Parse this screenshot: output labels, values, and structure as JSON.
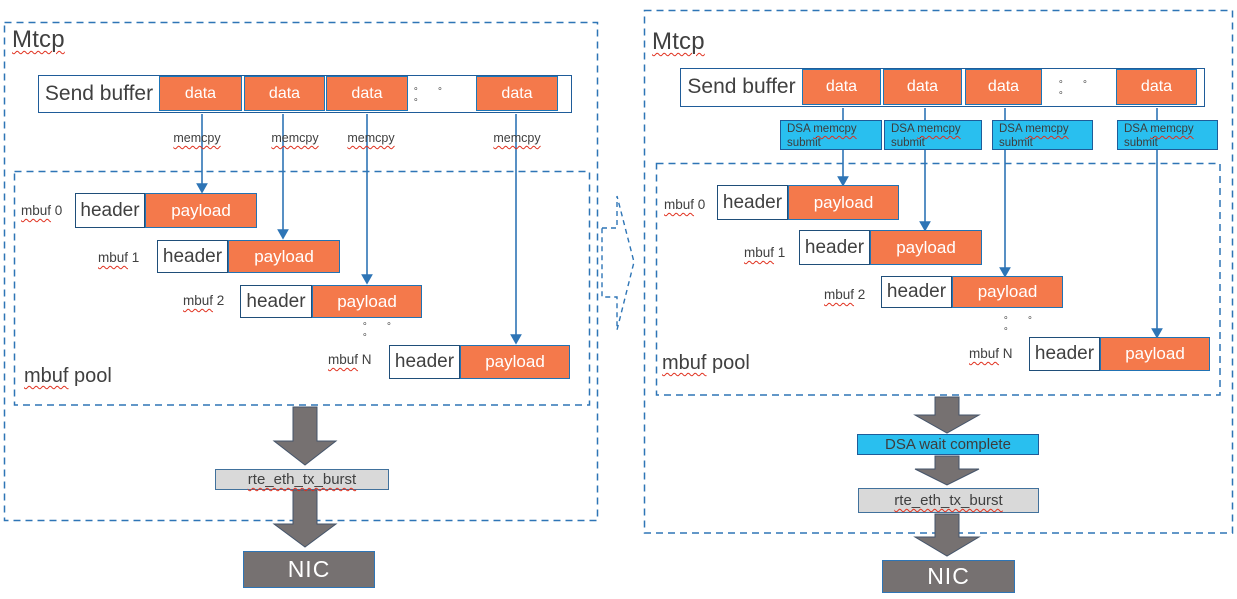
{
  "colors": {
    "orange_fill": "#F4794B",
    "cyan_fill": "#29BFEF",
    "dashed_border_blue": "#2E75B6",
    "data_border_blue": "#1C76B8",
    "header_border_navy": "#1F4E79",
    "block_arrow_gray": "#767171",
    "tx_burst_gray": "#D9D9D9",
    "nic_gray": "#767171",
    "thin_arrow_blue": "#2E75B6",
    "text_dark": "#404040",
    "squiggle_red": "#E0301E"
  },
  "left_panel": {
    "title": "Mtcp",
    "send_buffer": {
      "label": "Send buffer",
      "data_blocks": [
        "data",
        "data",
        "data",
        "data"
      ],
      "ellipsis": "∘ ∘ ∘"
    },
    "memcpy_labels": [
      "memcpy",
      "memcpy",
      "memcpy",
      "memcpy"
    ],
    "mbufs": [
      {
        "word": "mbuf",
        "num": "0",
        "header": "header",
        "payload": "payload"
      },
      {
        "word": "mbuf",
        "num": "1",
        "header": "header",
        "payload": "payload"
      },
      {
        "word": "mbuf",
        "num": "2",
        "header": "header",
        "payload": "payload"
      },
      {
        "word": "mbuf",
        "num": "N",
        "header": "header",
        "payload": "payload"
      }
    ],
    "mbuf_ellipsis": "∘ ∘ ∘",
    "pool_word": "mbuf",
    "pool_rest": "pool",
    "tx_burst_label": "rte_eth_tx_burst",
    "nic_label": "NIC"
  },
  "right_panel": {
    "title": "Mtcp",
    "send_buffer": {
      "label": "Send buffer",
      "data_blocks": [
        "data",
        "data",
        "data",
        "data"
      ],
      "ellipsis": "∘ ∘ ∘"
    },
    "dsa_submit": [
      {
        "prefix": "DSA",
        "word": "memcpy",
        "line2": "submit"
      },
      {
        "prefix": "DSA",
        "word": "memcpy",
        "line2": "submit"
      },
      {
        "prefix": "DSA",
        "word": "memcpy",
        "line2": "submit"
      },
      {
        "prefix": "DSA",
        "word": "memcpy",
        "line2": "submit"
      }
    ],
    "mbufs": [
      {
        "word": "mbuf",
        "num": "0",
        "header": "header",
        "payload": "payload"
      },
      {
        "word": "mbuf",
        "num": "1",
        "header": "header",
        "payload": "payload"
      },
      {
        "word": "mbuf",
        "num": "2",
        "header": "header",
        "payload": "payload"
      },
      {
        "word": "mbuf",
        "num": "N",
        "header": "header",
        "payload": "payload"
      }
    ],
    "mbuf_ellipsis": "∘ ∘ ∘",
    "pool_word": "mbuf",
    "pool_rest": "pool",
    "dsa_wait_label": "DSA wait complete",
    "tx_burst_label": "rte_eth_tx_burst",
    "nic_label": "NIC"
  }
}
